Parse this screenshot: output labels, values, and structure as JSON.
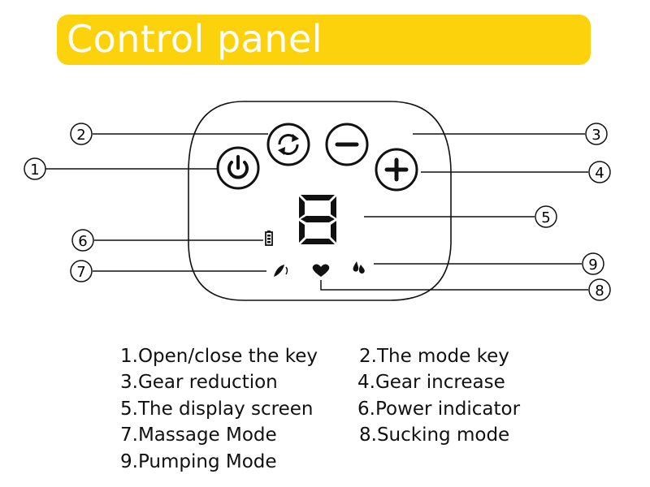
{
  "banner": {
    "title": "Control panel"
  },
  "callouts": [
    "1",
    "2",
    "3",
    "4",
    "5",
    "6",
    "7",
    "8",
    "9"
  ],
  "legend": [
    "1.Open/close the key",
    "2.The mode key",
    "3.Gear reduction",
    "4.Gear increase",
    "5.The display screen",
    "6.Power indicator",
    "7.Massage Mode",
    "8.Sucking mode",
    "9.Pumping Mode"
  ],
  "icons": {
    "power": "power-icon",
    "mode": "cycle-icon",
    "minus": "minus-icon",
    "plus": "plus-icon",
    "display": "seven-segment-display",
    "battery": "battery-icon",
    "massage": "massage-icon",
    "suck": "heart-icon",
    "pump": "drops-icon"
  },
  "colors": {
    "banner": "#fcd20c",
    "ink": "#111111"
  }
}
